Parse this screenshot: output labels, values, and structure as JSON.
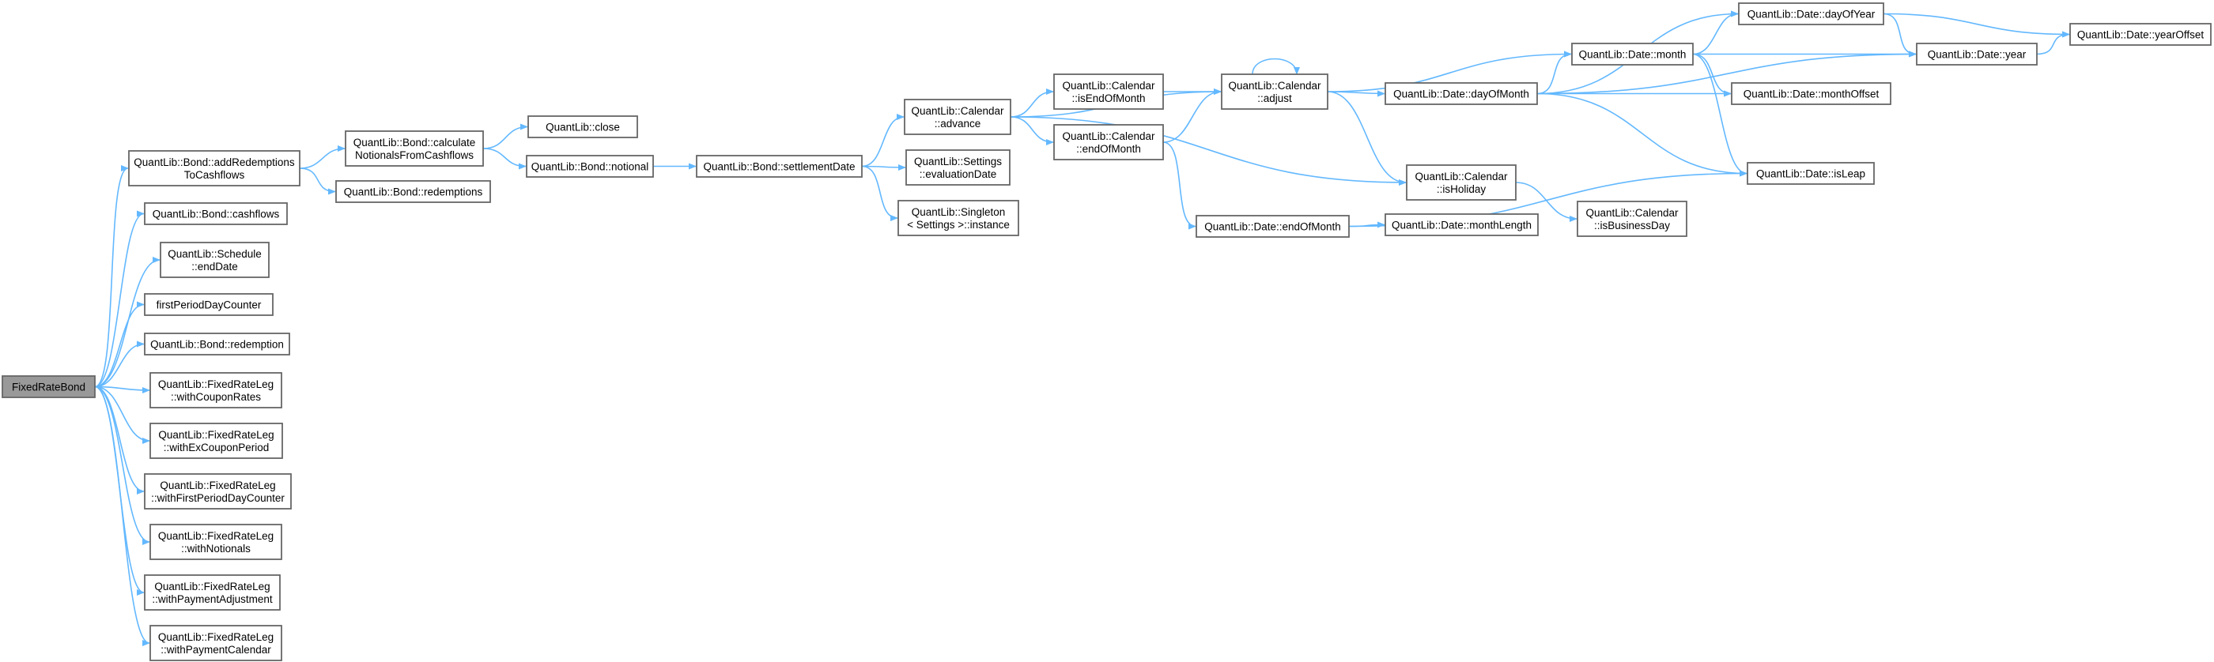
{
  "colors": {
    "edge": "#63b8ff",
    "node_border": "#666666",
    "root_fill": "#999999",
    "node_fill": "#ffffff"
  },
  "nodes": [
    {
      "id": "root",
      "lines": [
        "FixedRateBond"
      ],
      "root": true
    },
    {
      "id": "add_redemptions",
      "lines": [
        "QuantLib::Bond::addRedemptions",
        "ToCashflows"
      ]
    },
    {
      "id": "cashflows",
      "lines": [
        "QuantLib::Bond::cashflows"
      ]
    },
    {
      "id": "schedule_enddate",
      "lines": [
        "QuantLib::Schedule",
        "::endDate"
      ]
    },
    {
      "id": "first_period",
      "lines": [
        "firstPeriodDayCounter"
      ]
    },
    {
      "id": "redemption",
      "lines": [
        "QuantLib::Bond::redemption"
      ]
    },
    {
      "id": "with_coupon_rates",
      "lines": [
        "QuantLib::FixedRateLeg",
        "::withCouponRates"
      ]
    },
    {
      "id": "with_ex_coupon",
      "lines": [
        "QuantLib::FixedRateLeg",
        "::withExCouponPeriod"
      ]
    },
    {
      "id": "with_first_period",
      "lines": [
        "QuantLib::FixedRateLeg",
        "::withFirstPeriodDayCounter"
      ]
    },
    {
      "id": "with_notionals",
      "lines": [
        "QuantLib::FixedRateLeg",
        "::withNotionals"
      ]
    },
    {
      "id": "with_payment_adj",
      "lines": [
        "QuantLib::FixedRateLeg",
        "::withPaymentAdjustment"
      ]
    },
    {
      "id": "with_payment_cal",
      "lines": [
        "QuantLib::FixedRateLeg",
        "::withPaymentCalendar"
      ]
    },
    {
      "id": "calc_notionals",
      "lines": [
        "QuantLib::Bond::calculate",
        "NotionalsFromCashflows"
      ]
    },
    {
      "id": "redemptions",
      "lines": [
        "QuantLib::Bond::redemptions"
      ]
    },
    {
      "id": "close",
      "lines": [
        "QuantLib::close"
      ]
    },
    {
      "id": "notional",
      "lines": [
        "QuantLib::Bond::notional"
      ]
    },
    {
      "id": "settlement_date",
      "lines": [
        "QuantLib::Bond::settlementDate"
      ]
    },
    {
      "id": "cal_advance",
      "lines": [
        "QuantLib::Calendar",
        "::advance"
      ]
    },
    {
      "id": "settings_eval",
      "lines": [
        "QuantLib::Settings",
        "::evaluationDate"
      ]
    },
    {
      "id": "singleton",
      "lines": [
        "QuantLib::Singleton",
        "< Settings >::instance"
      ]
    },
    {
      "id": "is_end_of_month",
      "lines": [
        "QuantLib::Calendar",
        "::isEndOfMonth"
      ]
    },
    {
      "id": "cal_end_of_month",
      "lines": [
        "QuantLib::Calendar",
        "::endOfMonth"
      ]
    },
    {
      "id": "cal_adjust",
      "lines": [
        "QuantLib::Calendar",
        "::adjust"
      ]
    },
    {
      "id": "date_end_of_month",
      "lines": [
        "QuantLib::Date::endOfMonth"
      ]
    },
    {
      "id": "day_of_month",
      "lines": [
        "QuantLib::Date::dayOfMonth"
      ]
    },
    {
      "id": "is_holiday",
      "lines": [
        "QuantLib::Calendar",
        "::isHoliday"
      ]
    },
    {
      "id": "month_length",
      "lines": [
        "QuantLib::Date::monthLength"
      ]
    },
    {
      "id": "date_month",
      "lines": [
        "QuantLib::Date::month"
      ]
    },
    {
      "id": "day_of_year",
      "lines": [
        "QuantLib::Date::dayOfYear"
      ]
    },
    {
      "id": "is_business_day",
      "lines": [
        "QuantLib::Calendar",
        "::isBusinessDay"
      ]
    },
    {
      "id": "date_year",
      "lines": [
        "QuantLib::Date::year"
      ]
    },
    {
      "id": "month_offset",
      "lines": [
        "QuantLib::Date::monthOffset"
      ]
    },
    {
      "id": "is_leap",
      "lines": [
        "QuantLib::Date::isLeap"
      ]
    },
    {
      "id": "year_offset",
      "lines": [
        "QuantLib::Date::yearOffset"
      ]
    }
  ],
  "edges": [
    [
      "root",
      "add_redemptions"
    ],
    [
      "root",
      "cashflows"
    ],
    [
      "root",
      "schedule_enddate"
    ],
    [
      "root",
      "first_period"
    ],
    [
      "root",
      "redemption"
    ],
    [
      "root",
      "with_coupon_rates"
    ],
    [
      "root",
      "with_ex_coupon"
    ],
    [
      "root",
      "with_first_period"
    ],
    [
      "root",
      "with_notionals"
    ],
    [
      "root",
      "with_payment_adj"
    ],
    [
      "root",
      "with_payment_cal"
    ],
    [
      "add_redemptions",
      "calc_notionals"
    ],
    [
      "add_redemptions",
      "redemptions"
    ],
    [
      "calc_notionals",
      "close"
    ],
    [
      "calc_notionals",
      "notional"
    ],
    [
      "notional",
      "settlement_date"
    ],
    [
      "settlement_date",
      "cal_advance"
    ],
    [
      "settlement_date",
      "settings_eval"
    ],
    [
      "settlement_date",
      "singleton"
    ],
    [
      "cal_advance",
      "is_end_of_month"
    ],
    [
      "cal_advance",
      "cal_end_of_month"
    ],
    [
      "cal_advance",
      "cal_adjust"
    ],
    [
      "cal_advance",
      "is_holiday"
    ],
    [
      "is_end_of_month",
      "cal_adjust"
    ],
    [
      "cal_end_of_month",
      "cal_adjust"
    ],
    [
      "cal_end_of_month",
      "date_end_of_month"
    ],
    [
      "cal_adjust",
      "cal_adjust"
    ],
    [
      "cal_adjust",
      "day_of_month"
    ],
    [
      "cal_adjust",
      "date_month"
    ],
    [
      "cal_adjust",
      "is_holiday"
    ],
    [
      "date_end_of_month",
      "month_length"
    ],
    [
      "date_end_of_month",
      "is_leap"
    ],
    [
      "day_of_month",
      "date_month"
    ],
    [
      "day_of_month",
      "day_of_year"
    ],
    [
      "day_of_month",
      "date_year"
    ],
    [
      "day_of_month",
      "month_offset"
    ],
    [
      "day_of_month",
      "is_leap"
    ],
    [
      "is_holiday",
      "is_business_day"
    ],
    [
      "date_month",
      "day_of_year"
    ],
    [
      "date_month",
      "date_year"
    ],
    [
      "date_month",
      "month_offset"
    ],
    [
      "date_month",
      "is_leap"
    ],
    [
      "day_of_year",
      "date_year"
    ],
    [
      "day_of_year",
      "year_offset"
    ],
    [
      "date_year",
      "year_offset"
    ]
  ]
}
